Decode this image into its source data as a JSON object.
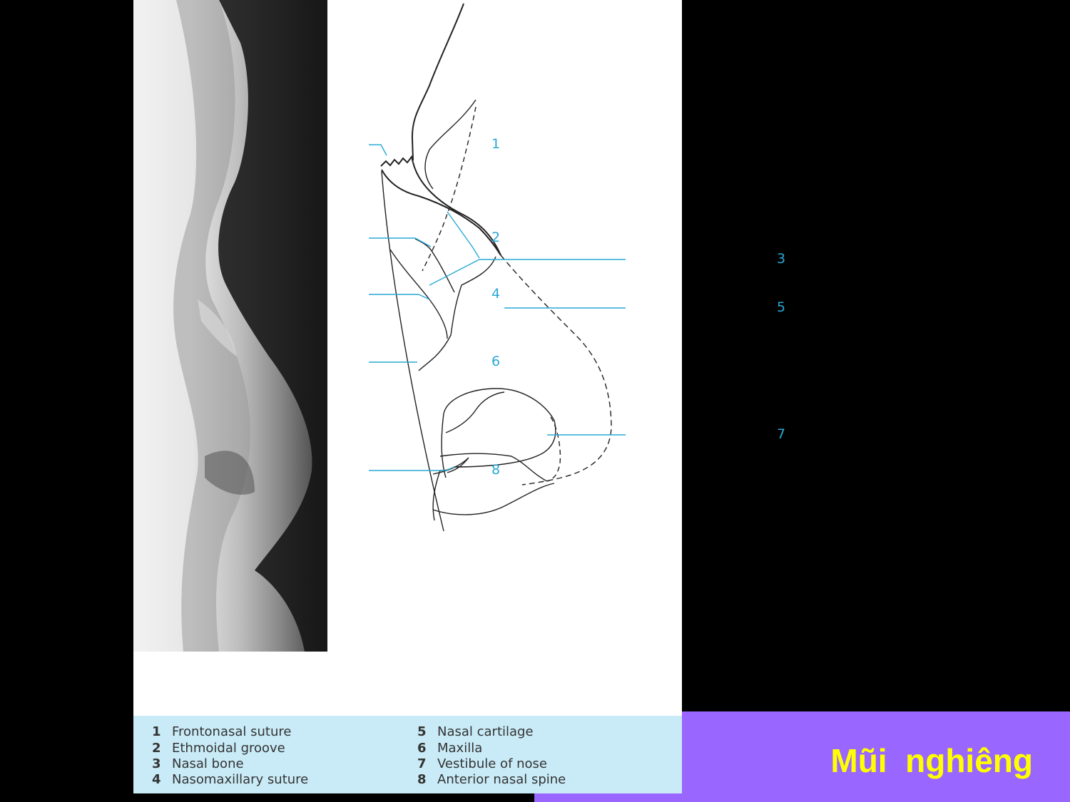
{
  "slide": {
    "title": "Mũi  nghiêng"
  },
  "diagram": {
    "callouts": [
      "1",
      "2",
      "3",
      "4",
      "5",
      "6",
      "7",
      "8"
    ]
  },
  "legend": {
    "left": [
      {
        "num": "1",
        "label": "Frontonasal suture"
      },
      {
        "num": "2",
        "label": "Ethmoidal groove"
      },
      {
        "num": "3",
        "label": "Nasal bone"
      },
      {
        "num": "4",
        "label": "Nasomaxillary suture"
      }
    ],
    "right": [
      {
        "num": "5",
        "label": "Nasal cartilage"
      },
      {
        "num": "6",
        "label": "Maxilla"
      },
      {
        "num": "7",
        "label": "Vestibule of nose"
      },
      {
        "num": "8",
        "label": "Anterior nasal spine"
      }
    ]
  },
  "colors": {
    "background": "#000000",
    "panel": "#ffffff",
    "legend_bg": "#c9ebf7",
    "callout": "#29a9d6",
    "title_band": "#9966ff",
    "title_text": "#ffff00"
  }
}
